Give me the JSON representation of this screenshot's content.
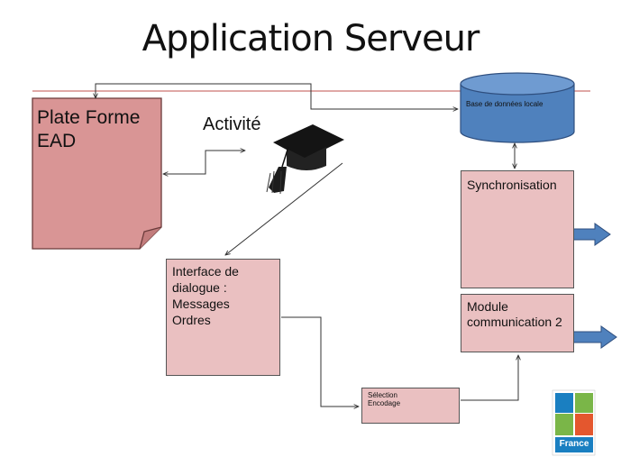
{
  "title": "Application Serveur",
  "plate_forme": {
    "line1": "Plate Forme",
    "line2": "EAD"
  },
  "activite": "Activité",
  "interface": {
    "line1": "Interface de",
    "line2": "dialogue  :",
    "line3": "Messages",
    "line4": "Ordres"
  },
  "database": "Base de données locale",
  "synchronisation": "Synchronisation",
  "module": {
    "line1": "Module",
    "line2": "communication 2"
  },
  "selection": {
    "line1": "Sélection",
    "line2": "Encodage"
  },
  "logo": {
    "text": "France"
  },
  "colors": {
    "note_fill": "#d99595",
    "box_fill": "#eac0c1",
    "db_fill": "#4f81bd",
    "arrow_fill": "#4f81bd",
    "red_line": "#c0504d"
  }
}
